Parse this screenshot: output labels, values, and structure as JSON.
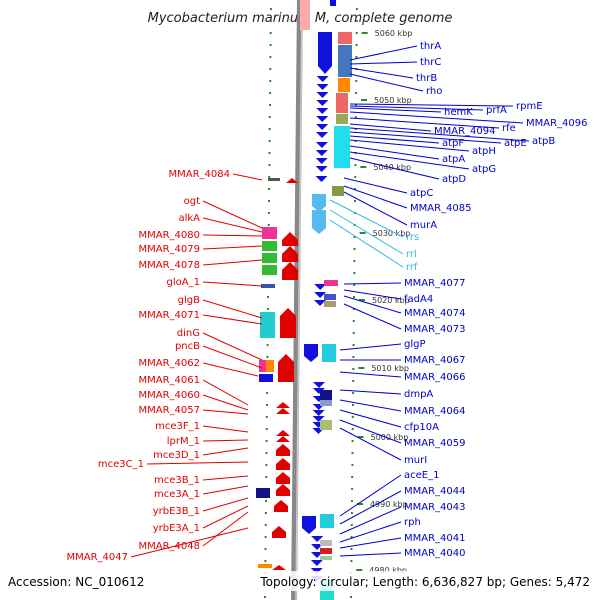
{
  "title": "Mycobacterium marinum M, complete genome",
  "footer": {
    "accession": "Accession: NC_010612",
    "summary": "Topology: circular; Length: 6,636,827 bp; Genes: 5,472"
  },
  "colors": {
    "left_label": "#e00000",
    "right_label": "#0000cc",
    "rna_label": "#33bbdd",
    "backbone": "#888888",
    "dot": "#2a8a2a"
  },
  "kbp_ticks": [
    "5060 kbp",
    "5050 kbp",
    "5040 kbp",
    "5030 kbp",
    "5020 kbp",
    "5010 kbp",
    "5000 kbp",
    "4990 kbp",
    "4980 kbp"
  ],
  "left_labels": [
    "MMAR_4084",
    "ogt",
    "alkA",
    "MMAR_4080",
    "MMAR_4079",
    "MMAR_4078",
    "gloA_1",
    "glgB",
    "MMAR_4071",
    "dinG",
    "pncB",
    "MMAR_4062",
    "MMAR_4061",
    "MMAR_4060",
    "MMAR_4057",
    "mce3F_1",
    "lprM_1",
    "mce3D_1",
    "mce3C_1",
    "mce3B_1",
    "mce3A_1",
    "yrbE3B_1",
    "yrbE3A_1",
    "MMAR_4048",
    "MMAR_4047"
  ],
  "right_labels": [
    "thrA",
    "thrC",
    "thrB",
    "rho",
    "rpmE",
    "prfA",
    "hemK",
    "MMAR_4096",
    "rfe",
    "MMAR_4094",
    "atpB",
    "atpE",
    "atpF",
    "atpH",
    "atpA",
    "atpG",
    "atpD",
    "atpC",
    "MMAR_4085",
    "murA",
    "rrs",
    "rrl",
    "rrf",
    "MMAR_4077",
    "fadA4",
    "MMAR_4074",
    "MMAR_4073",
    "glgP",
    "MMAR_4067",
    "MMAR_4066",
    "dmpA",
    "MMAR_4064",
    "cfp10A",
    "MMAR_4059",
    "murI",
    "aceE_1",
    "MMAR_4044",
    "MMAR_4043",
    "rph",
    "MMAR_4041",
    "MMAR_4040"
  ]
}
